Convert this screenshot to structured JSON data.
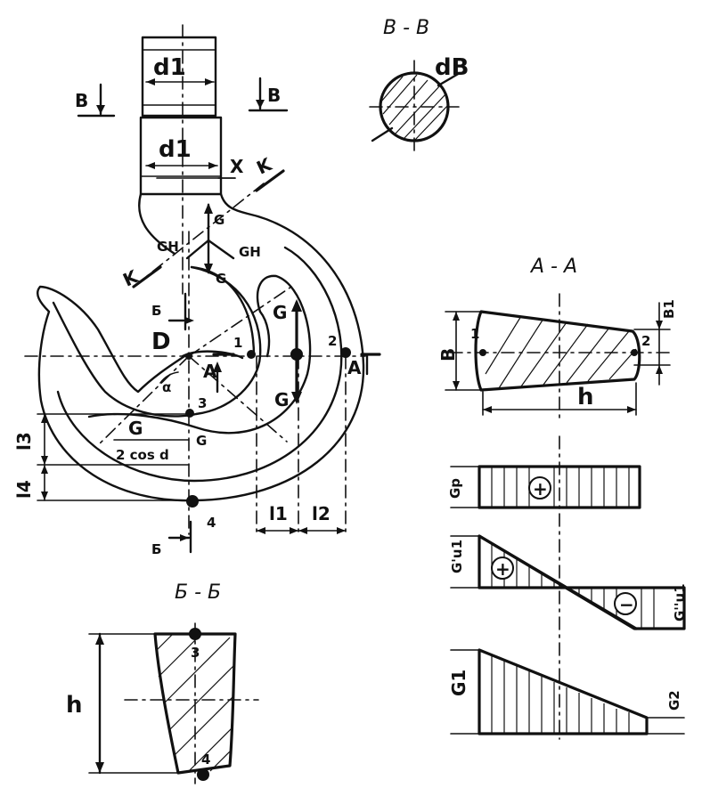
{
  "figure": {
    "section_bb_top": "B - B",
    "section_aa": "A - A",
    "section_bb_bottom": "Б - Б",
    "cut_b_left": "B",
    "cut_b_right": "B",
    "cut_bb_upper": "Б",
    "cut_bb_lower": "Б",
    "cut_a_center": "A",
    "cut_a_right": "A",
    "shank_dim_upper": "d1",
    "shank_dim_lower": "d1",
    "section_dim": "dB",
    "axis_x": "X",
    "axis_k_upper": "K",
    "axis_k_lower": "K",
    "load_g": "G",
    "load_gh": "GH",
    "load_resultant": "G",
    "load_resultant_denominator": "2 cos d",
    "diameter_label": "D",
    "angle_label": "α",
    "point_1": "1",
    "point_2": "2",
    "point_3": "3",
    "point_4": "4",
    "dim_l1": "l1",
    "dim_l2": "l2",
    "dim_l3": "l3",
    "dim_l4": "l4",
    "dim_h": "h",
    "dim_b": "B",
    "dim_b1": "B1",
    "stress_p": "Gp",
    "stress_bend_1": "G'u1",
    "stress_bend_2": "G''u1",
    "stress_sum_1": "G1",
    "stress_sum_2": "G2",
    "sign_plus": "+",
    "sign_minus": "−"
  }
}
